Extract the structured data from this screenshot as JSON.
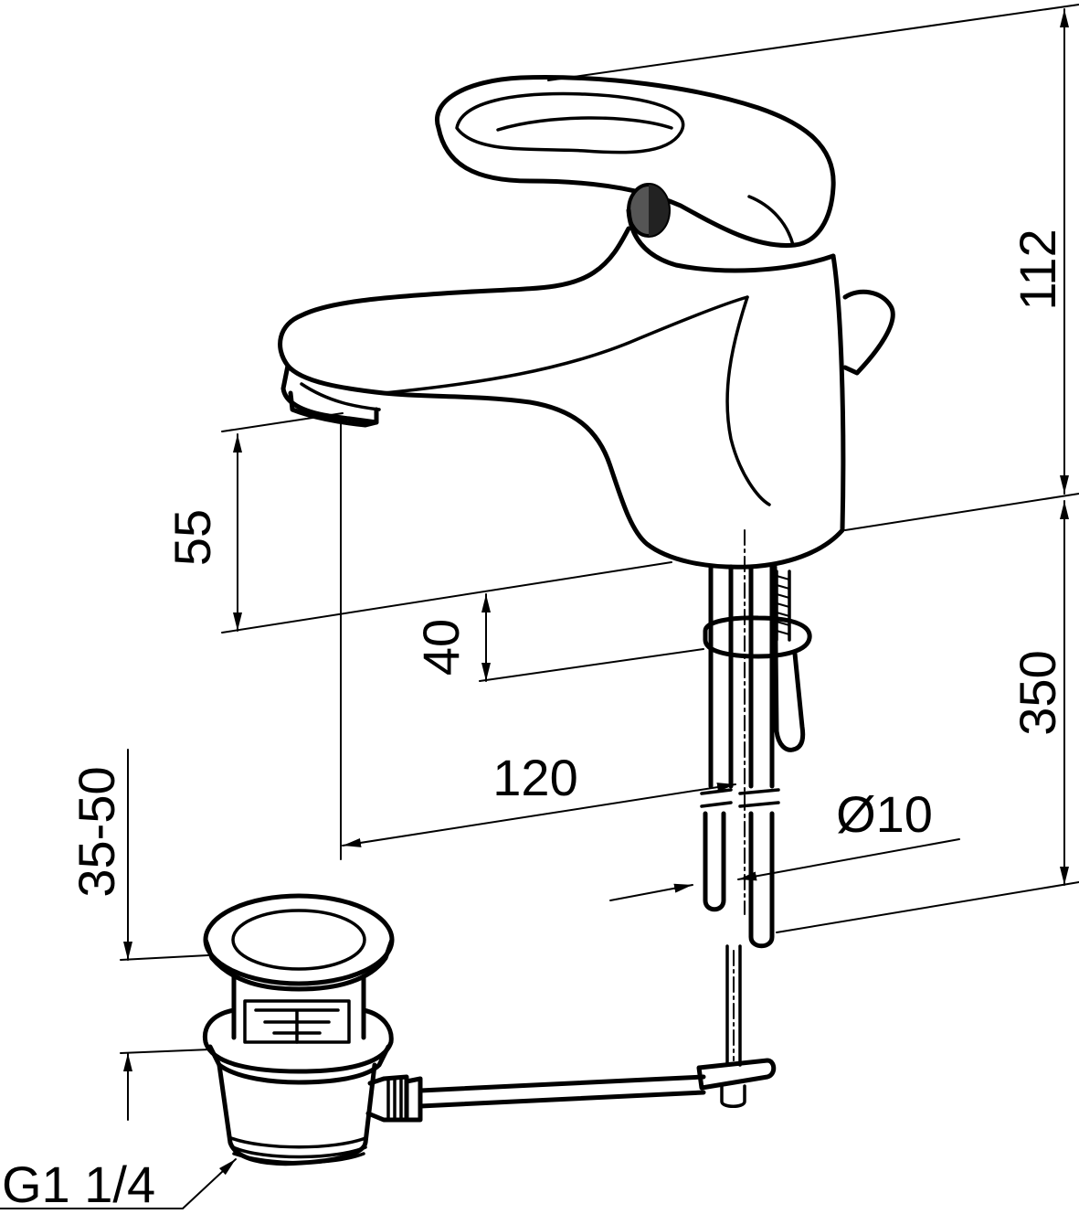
{
  "dimensions": {
    "total_height": "112",
    "spout_height": "55",
    "countertop_thickness": "40",
    "spout_reach": "120",
    "rod_diameter": "Ø10",
    "hose_length": "350",
    "drain_range": "35-50",
    "drain_thread": "G1 1/4"
  }
}
